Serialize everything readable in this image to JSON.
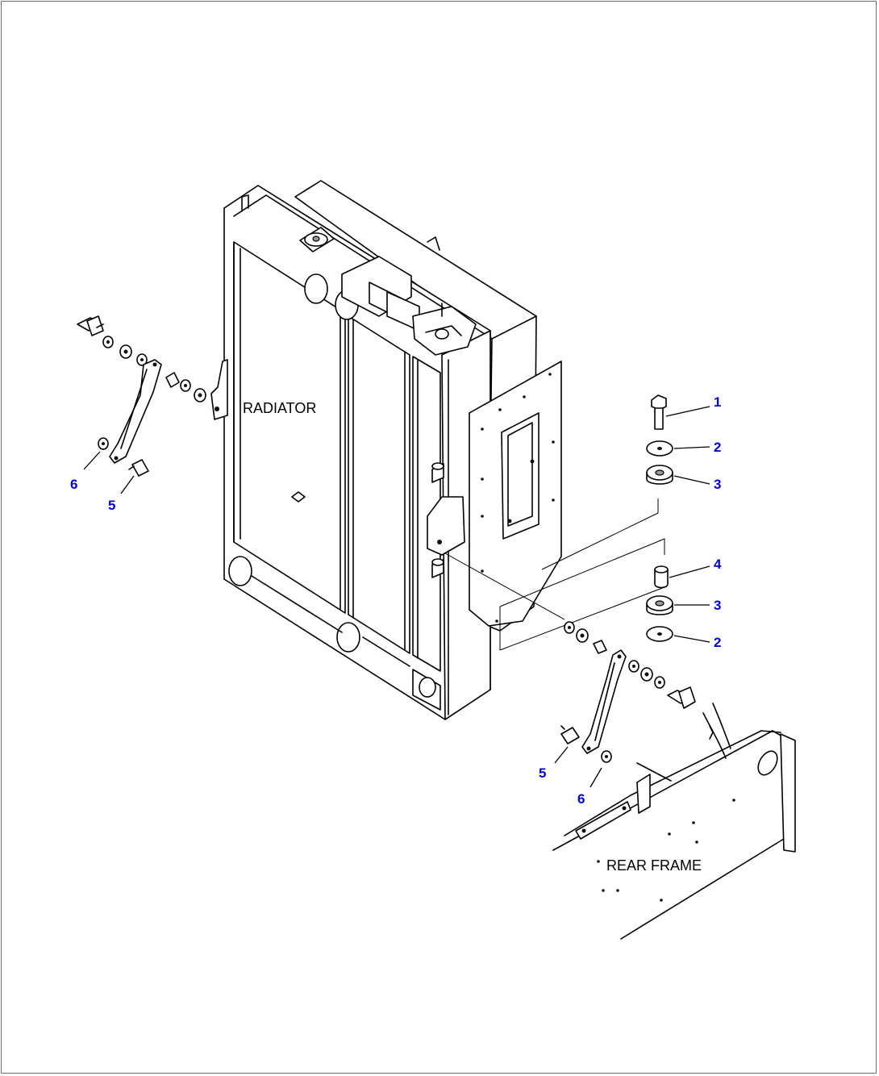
{
  "labels": {
    "radiator": "RADIATOR",
    "rear_frame": "REAR FRAME"
  },
  "callouts": {
    "c1": "1",
    "c2_top": "2",
    "c3_top": "3",
    "c4": "4",
    "c3_bottom": "3",
    "c2_bottom": "2",
    "c5_left": "5",
    "c6_left": "6",
    "c5_right": "5",
    "c6_right": "6"
  },
  "colors": {
    "callout": "#0000cc",
    "line": "#000000",
    "border": "#6e6e6e"
  }
}
